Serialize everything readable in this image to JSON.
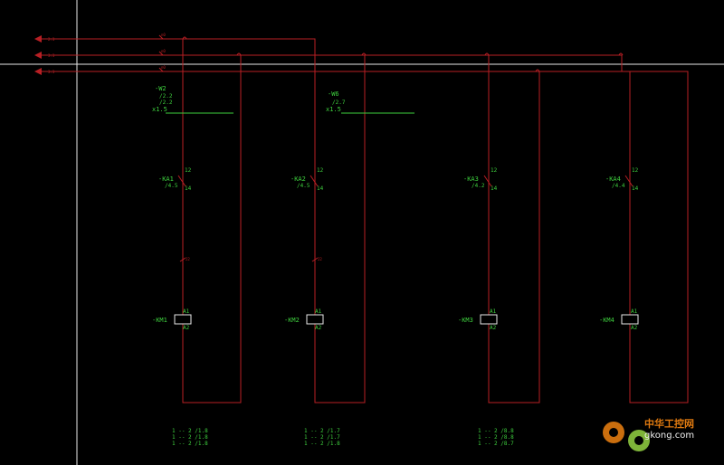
{
  "terminals": [
    "2.3",
    "3.3",
    "3.3"
  ],
  "cables": [
    {
      "tag": "-W2",
      "sub1": "/2.2",
      "sub2": "/2.2",
      "spec": "x1.5"
    },
    {
      "tag": "-W6",
      "sub1": "/2.7",
      "spec": "x1.5"
    }
  ],
  "relays": [
    {
      "tag": "-KA1",
      "top": "12",
      "bot": "/4.5",
      "pin": "14"
    },
    {
      "tag": "-KA2",
      "top": "12",
      "bot": "/4.5",
      "pin": "14"
    },
    {
      "tag": "-KA3",
      "top": "12",
      "bot": "/4.2",
      "pin": "14"
    },
    {
      "tag": "-KA4",
      "top": "12",
      "bot": "/4.4",
      "pin": "14"
    }
  ],
  "contactors": [
    {
      "tag": "-KM1",
      "a1": "A1",
      "a2": "A2"
    },
    {
      "tag": "-KM2",
      "a1": "A1",
      "a2": "A2"
    },
    {
      "tag": "-KM3",
      "a1": "A1",
      "a2": "A2"
    },
    {
      "tag": "-KM4",
      "a1": "A1",
      "a2": "A2"
    }
  ],
  "xref_groups": [
    [
      "1 -- 2 /1.8",
      "1 -- 2 /1.8",
      "1 -- 2 /1.8"
    ],
    [
      "1 -- 2 /1.7",
      "1 -- 2 /1.7",
      "1 -- 2 /1.8"
    ],
    [
      "1 -- 2 /8.8",
      "1 -- 2 /8.8",
      "1 -- 2 /8.7"
    ]
  ],
  "watermark": {
    "name": "中华工控网",
    "url": "gkong.com"
  },
  "colors": {
    "wire": "#b81f24",
    "label": "#3ecf3e",
    "crosshair": "#e8e8e8",
    "background": "#000000"
  }
}
